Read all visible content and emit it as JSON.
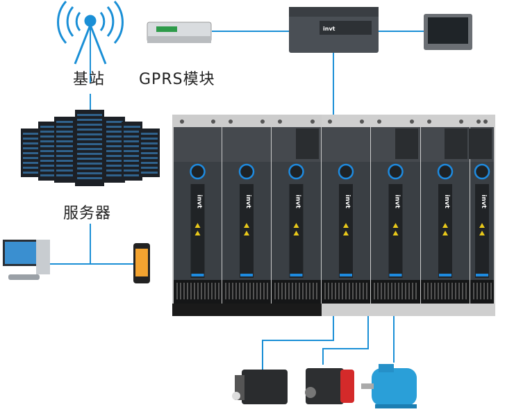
{
  "labels": {
    "base_station": "基站",
    "gprs_module": "GPRS模块",
    "server": "服务器"
  },
  "drives": {
    "brand": "invt",
    "modules": [
      {
        "display": false
      },
      {
        "display": false
      },
      {
        "display": true
      },
      {
        "display": false
      },
      {
        "display": true
      },
      {
        "display": true
      },
      {
        "display": true
      }
    ]
  },
  "colors": {
    "link": "#1a8fd6",
    "drive_body": "#3a3f44",
    "knob_ring": "#1e8be0",
    "motor_blue": "#2a9fd8",
    "motor_red": "#d42a2a"
  }
}
